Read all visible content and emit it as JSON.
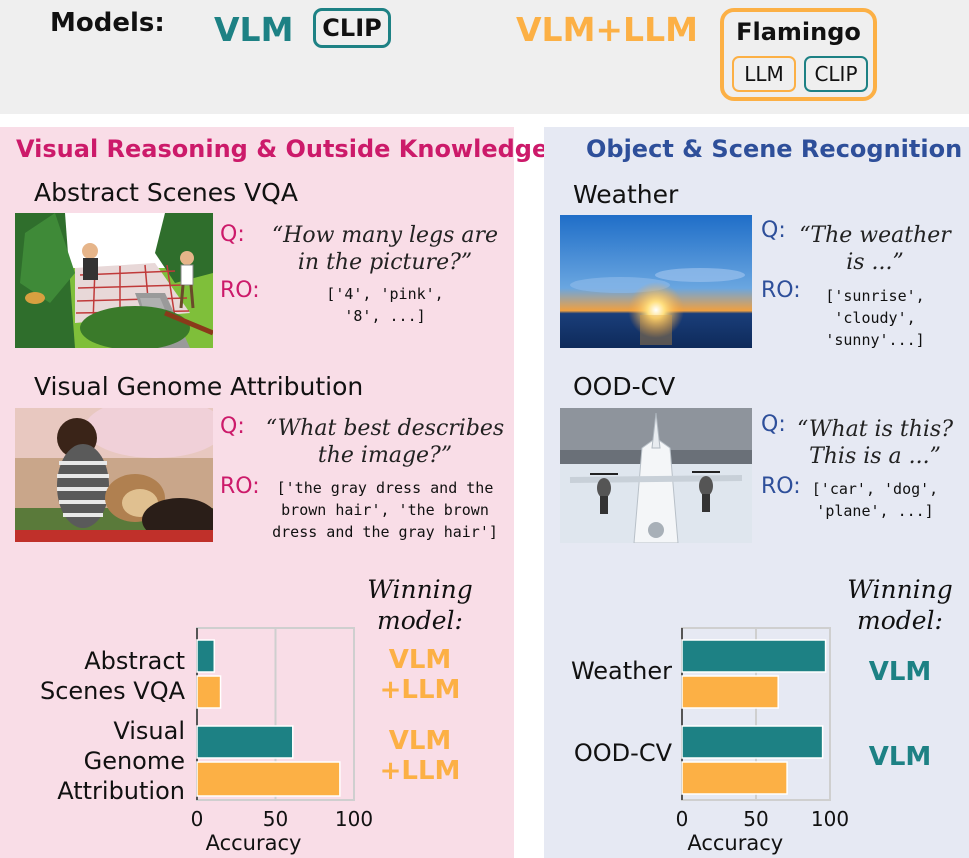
{
  "header": {
    "models_label": "Models:",
    "vlm_label": "VLM",
    "clip_label": "CLIP",
    "vlm_llm_label": "VLM+LLM",
    "flamingo_label": "Flamingo",
    "llm_label": "LLM",
    "clip_inner_label": "CLIP"
  },
  "colors": {
    "vlm": "#1d8184",
    "vlm_llm": "#fcb045",
    "left_panel_title": "#cc1a6a",
    "right_panel_title": "#2e4f9a",
    "left_panel_bg": "#f9dde7",
    "right_panel_bg": "#e6e9f3"
  },
  "left_panel": {
    "title": "Visual Reasoning & Outside Knowledge",
    "tasks": [
      {
        "name": "Abstract Scenes VQA",
        "q_label": "Q:",
        "question_line1": "“How many legs are",
        "question_line2": "in the picture?”",
        "ro_label": "RO:",
        "options_line1": "['4', 'pink',",
        "options_line2": "'8', ...]"
      },
      {
        "name": "Visual Genome Attribution",
        "q_label": "Q:",
        "question_line1": "“What best describes",
        "question_line2": "the image?”",
        "ro_label": "RO:",
        "options_line1": "['the gray dress and the",
        "options_line2": "brown hair', 'the brown",
        "options_line3": "dress and the gray hair']"
      }
    ],
    "winning_line1": "Winning",
    "winning_line2": "model:",
    "winners": [
      {
        "line1": "VLM",
        "line2": "+LLM"
      },
      {
        "line1": "VLM",
        "line2": "+LLM"
      }
    ],
    "category_labels": [
      {
        "line1": "Abstract",
        "line2": "Scenes VQA"
      },
      {
        "line1": "Visual",
        "line2": "Genome",
        "line3": "Attribution"
      }
    ]
  },
  "right_panel": {
    "title": "Object & Scene Recognition",
    "tasks": [
      {
        "name": "Weather",
        "q_label": "Q:",
        "question_line1": "“The weather",
        "question_line2": "is ...”",
        "ro_label": "RO:",
        "options_line1": "['sunrise',",
        "options_line2": "'cloudy',",
        "options_line3": "'sunny'...]"
      },
      {
        "name": "OOD-CV",
        "q_label": "Q:",
        "question_line1": "“What is this?",
        "question_line2": "This is a ...”",
        "ro_label": "RO:",
        "options_line1": "['car', 'dog',",
        "options_line2": "'plane', ...]"
      }
    ],
    "winning_line1": "Winning",
    "winning_line2": "model:",
    "winners": [
      "VLM",
      "VLM"
    ],
    "category_labels": [
      "Weather",
      "OOD-CV"
    ]
  },
  "chart_data": [
    {
      "type": "bar",
      "orientation": "horizontal",
      "categories": [
        "Abstract Scenes VQA",
        "Visual Genome Attribution"
      ],
      "series": [
        {
          "color": "#1d8184",
          "values": [
            11,
            61
          ]
        },
        {
          "color": "#fcb045",
          "values": [
            15,
            91
          ]
        }
      ],
      "xlabel": "Accuracy",
      "xlim": [
        0,
        100
      ],
      "xticks": [
        "0",
        "50",
        "100"
      ],
      "grid": true
    },
    {
      "type": "bar",
      "orientation": "horizontal",
      "categories": [
        "Weather",
        "OOD-CV"
      ],
      "series": [
        {
          "color": "#1d8184",
          "values": [
            97,
            95
          ]
        },
        {
          "color": "#fcb045",
          "values": [
            65,
            71
          ]
        }
      ],
      "xlabel": "Accuracy",
      "xlim": [
        0,
        100
      ],
      "xticks": [
        "0",
        "50",
        "100"
      ],
      "grid": true
    }
  ]
}
